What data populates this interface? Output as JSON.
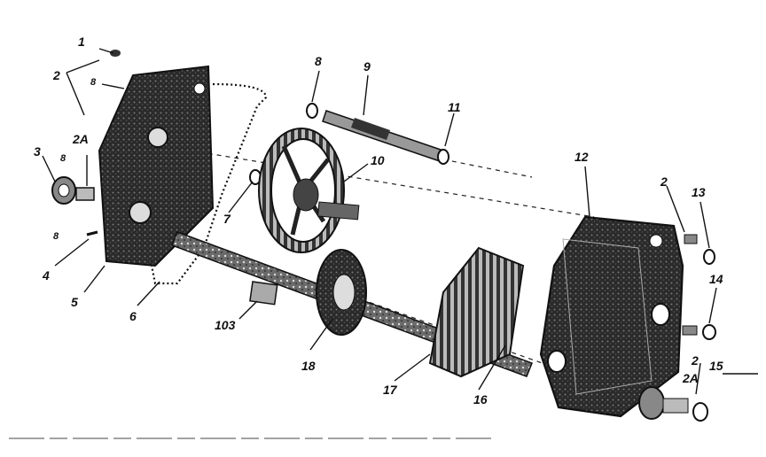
{
  "labels": {
    "l1": "1",
    "l2a": "2",
    "l8a": "8",
    "l3": "3",
    "l2A_left": "2A",
    "l8b": "8",
    "l8c": "8",
    "l4": "4",
    "l5": "5",
    "l6": "6",
    "l7": "7",
    "l8top": "8",
    "l9": "9",
    "l11": "11",
    "l10": "10",
    "l103": "103",
    "l18": "18",
    "l17": "17",
    "l16": "16",
    "l12": "12",
    "l2b": "2",
    "l13": "13",
    "l14": "14",
    "l2c": "2",
    "l2A_right": "2A",
    "l15": "15"
  }
}
